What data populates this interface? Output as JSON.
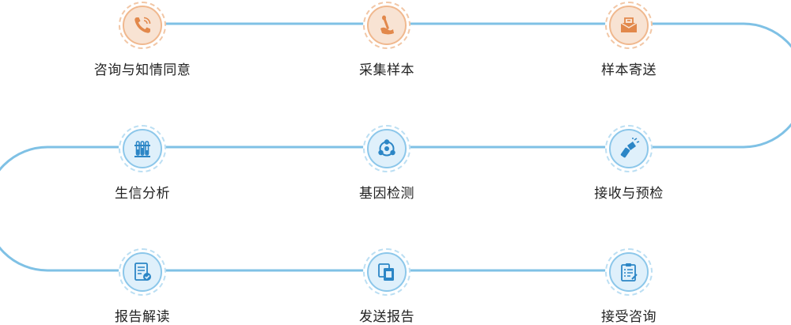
{
  "steps": [
    {
      "label": "咨询与知情同意",
      "icon": "phone-icon",
      "color": "orange"
    },
    {
      "label": "采集样本",
      "icon": "swab-icon",
      "color": "orange"
    },
    {
      "label": "样本寄送",
      "icon": "package-icon",
      "color": "orange"
    },
    {
      "label": "接收与预检",
      "icon": "flashlight-icon",
      "color": "blue"
    },
    {
      "label": "基因检测",
      "icon": "cycle-icon",
      "color": "blue"
    },
    {
      "label": "生信分析",
      "icon": "test-tubes-icon",
      "color": "blue"
    },
    {
      "label": "报告解读",
      "icon": "report-check-icon",
      "color": "blue"
    },
    {
      "label": "发送报告",
      "icon": "documents-icon",
      "color": "blue"
    },
    {
      "label": "接受咨询",
      "icon": "clipboard-icon",
      "color": "blue"
    }
  ],
  "colors": {
    "path": "#7fc1e5",
    "orange_accent": "#e2884b",
    "blue_accent": "#2c86c6"
  }
}
